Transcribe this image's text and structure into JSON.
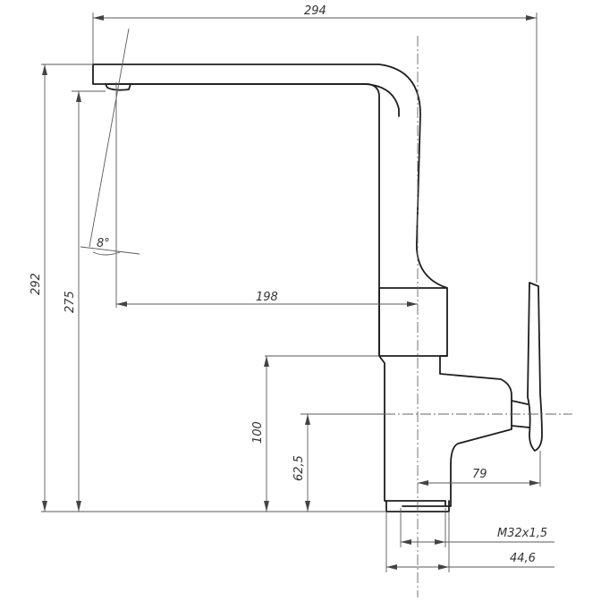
{
  "dimensions": {
    "overall_width": "294",
    "overall_height": "292",
    "spout_height": "275",
    "spout_angle": "8°",
    "reach": "198",
    "body_height": "100",
    "handle_height": "62,5",
    "handle_offset": "79",
    "thread": "M32x1,5",
    "base_diameter": "44,6"
  }
}
